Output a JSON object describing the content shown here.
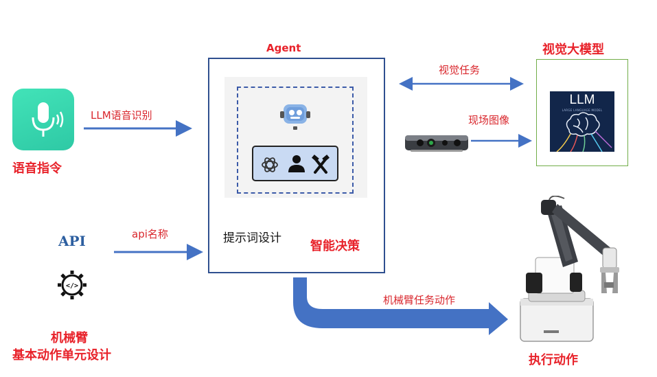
{
  "agent": {
    "title": "Agent",
    "prompt_design": "提示词设计",
    "smart_decision": "智能决策",
    "tool_icons": [
      "openai-icon",
      "person-icon",
      "tools-icon"
    ]
  },
  "voice": {
    "label": "语音指令",
    "arrow_label": "LLM语音识别"
  },
  "api": {
    "logo_text": "API",
    "arrow_label": "api名称",
    "caption_line1": "机械臂",
    "caption_line2": "基本动作单元设计"
  },
  "vision": {
    "title": "视觉大模型",
    "logo_text": "LLM",
    "logo_subtext": "LARGE LANGUAGE MODEL",
    "task_label": "视觉任务",
    "image_label": "现场图像"
  },
  "arm": {
    "arrow_label": "机械臂任务动作",
    "label": "执行动作"
  },
  "colors": {
    "arrow_blue": "#4472c4",
    "agent_border": "#2f4f8f",
    "vision_border": "#70ad47",
    "accent_red": "#e8222a",
    "voice_green": "#3ddbb0"
  }
}
